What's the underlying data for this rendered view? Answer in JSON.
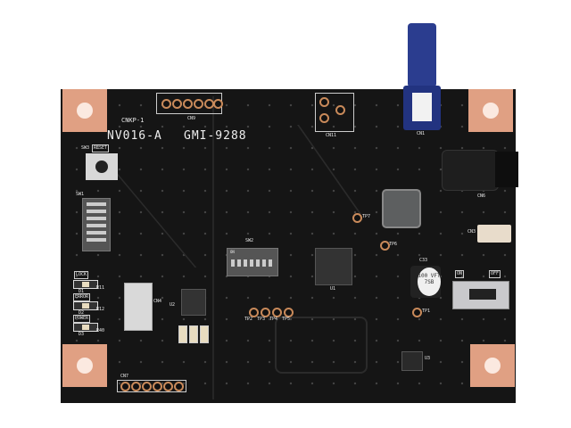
{
  "board": {
    "model": "NV016-A",
    "part_number": "GMI-9288",
    "cert_mark": "CNKP-1",
    "colors": {
      "solder_mask": "#151515",
      "copper": "#e0a083",
      "silkscreen": "#e8e8e8",
      "connector_blue": "#2b3d8f"
    },
    "labels": {
      "reset": "RESET",
      "sw3": "SW3",
      "lock": "LOCK",
      "error": "ERROR",
      "power": "POWER",
      "d1": "D1",
      "d2": "D2",
      "d3": "D3",
      "r11": "R11",
      "r12": "R12",
      "r40": "R40",
      "cn9": "CN9",
      "cn11": "CN11",
      "cn1": "CN1",
      "cn6": "CN6",
      "cn4": "CN4",
      "cn7": "CN7",
      "cn3": "CN3",
      "u1": "U1",
      "u2": "U2",
      "u3": "U3",
      "sw1": "SW1",
      "sw2": "SW2",
      "tp1": "TP1",
      "tp2": "TP2",
      "tp3": "TP3",
      "tp4": "TP4",
      "tp5": "TP5",
      "tp6": "TP6",
      "tp7": "TP7",
      "c33": "C33",
      "cap_marking": "100 VFT 7SB",
      "on": "ON",
      "off": "OFF",
      "sw_dip_on": "ON"
    }
  }
}
